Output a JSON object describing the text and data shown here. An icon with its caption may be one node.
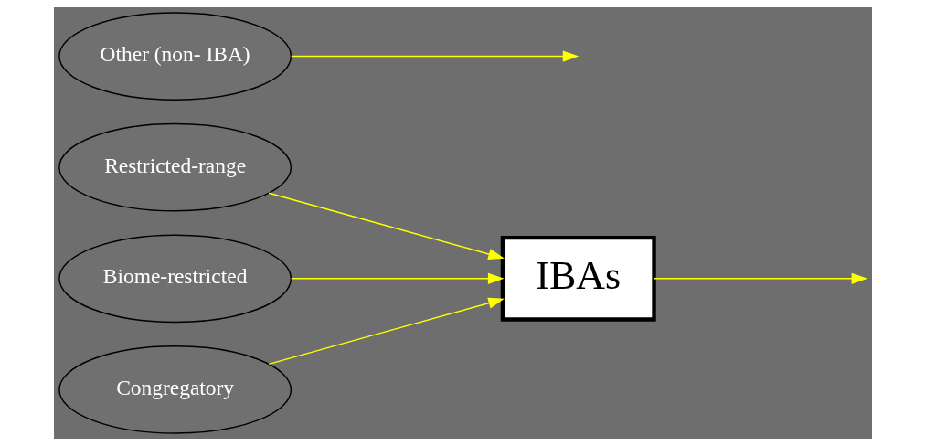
{
  "diagram": {
    "nodes": [
      {
        "text": [
          "Restricted-range"
        ]
      },
      {
        "text": [
          "Biome-restricted"
        ]
      },
      {
        "text": [
          "Congregatory"
        ]
      },
      {
        "text": [
          "Other (non- IBA)"
        ]
      },
      {
        "text": [
          "IBAs"
        ]
      }
    ],
    "edges": [
      {
        "from": 0,
        "to": 4,
        "arrow": "to"
      },
      {
        "from": 1,
        "to": 4,
        "arrow": "to"
      },
      {
        "from": 2,
        "to": 4,
        "arrow": "to"
      },
      {
        "from": 3,
        "to": null,
        "arrow": "to"
      },
      {
        "from": 4,
        "to": null,
        "arrow": "to"
      }
    ]
  }
}
